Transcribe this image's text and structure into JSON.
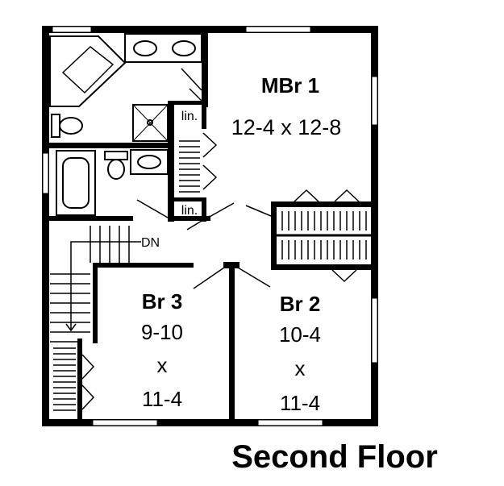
{
  "plan": {
    "title": "Second Floor",
    "rooms": {
      "master": {
        "name": "MBr 1",
        "size": "12-4 x 12-8"
      },
      "br3": {
        "name": "Br 3",
        "w": "9-10",
        "x": "x",
        "d": "11-4"
      },
      "br2": {
        "name": "Br 2",
        "w": "10-4",
        "x": "x",
        "d": "11-4"
      }
    },
    "labels": {
      "linen1": "lin.",
      "linen2": "lin.",
      "stairs": "DN"
    }
  }
}
